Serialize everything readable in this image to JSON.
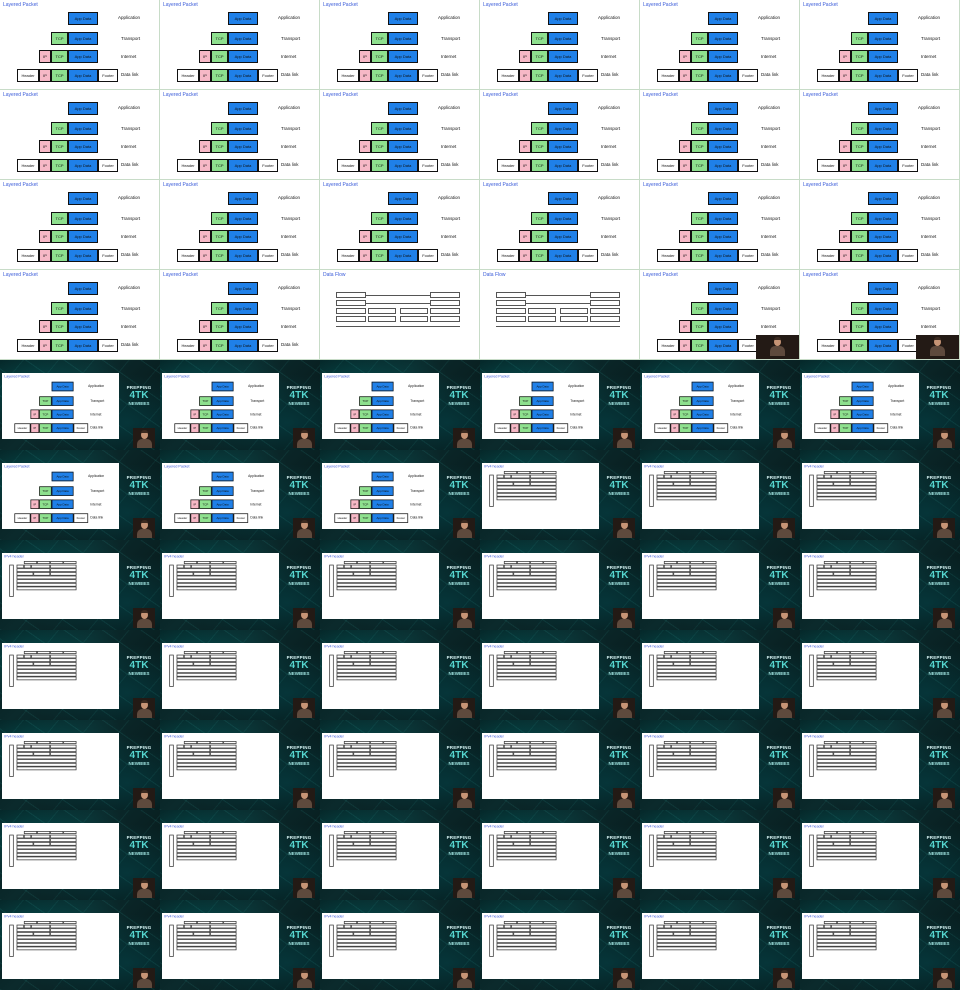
{
  "grid": {
    "columns": 6,
    "rows": 11
  },
  "titles": {
    "layered": "Layered Packet",
    "dataflow": "Data Flow",
    "ipv4": "IPv4 header"
  },
  "layers": {
    "application": "Application",
    "transport": "Transport",
    "internet": "Internet",
    "datalink": "Data link"
  },
  "cells": {
    "app": "App Data",
    "tcp": "TCP",
    "ip": "IP",
    "header": "Header",
    "footer": "Footer"
  },
  "logo": {
    "top": "PREPPING",
    "middle": "4TK",
    "bottom": "NEWBIES"
  },
  "colors": {
    "app": "#1f80e8",
    "tcp": "#8ee08e",
    "ip": "#f6b8c6",
    "title": "#3a5bd9",
    "teal": "#56d6d0"
  },
  "tiles": [
    "L",
    "L",
    "L",
    "L",
    "L",
    "L",
    "L",
    "L",
    "L",
    "L",
    "L",
    "L",
    "L",
    "L",
    "L",
    "L",
    "L",
    "L",
    "L",
    "L",
    "D",
    "D",
    "LP",
    "LP",
    "DL",
    "DL",
    "DL",
    "DL",
    "DL",
    "DL",
    "DL",
    "DL",
    "DL",
    "DI",
    "DI",
    "DI",
    "DI",
    "DI",
    "DI",
    "DI",
    "DI",
    "DI",
    "DI",
    "DI",
    "DI",
    "DI",
    "DI",
    "DI",
    "DI",
    "DI",
    "DI",
    "DI",
    "DI",
    "DI",
    "DI",
    "DI",
    "DI",
    "DI",
    "DI",
    "DI",
    "DI",
    "DI",
    "DI",
    "DI",
    "DI",
    "DI"
  ]
}
